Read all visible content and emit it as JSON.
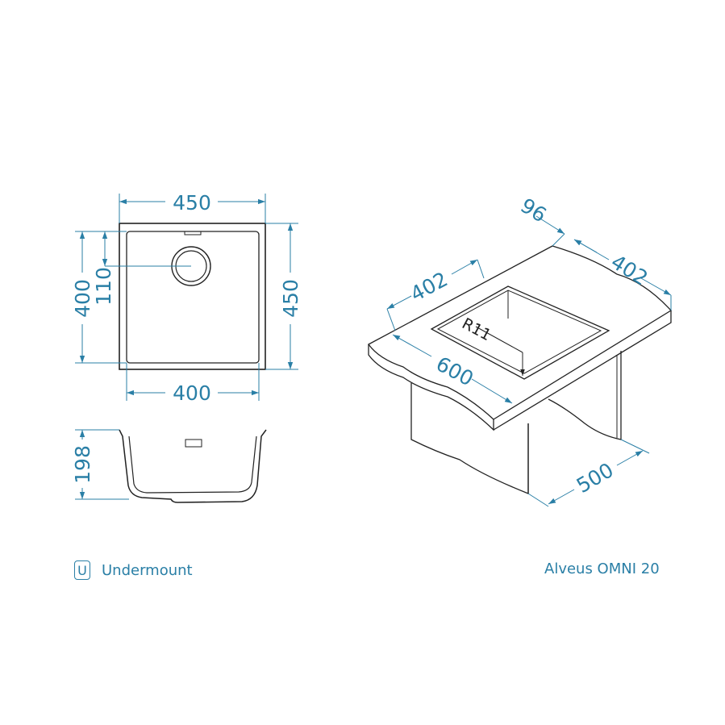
{
  "colors": {
    "dimension": "#2a7fa6",
    "outline": "#222222",
    "background": "#ffffff"
  },
  "top_view": {
    "width_outer": "450",
    "width_inner": "400",
    "height_outer": "450",
    "height_inner": "400",
    "drain_offset": "110"
  },
  "side_view": {
    "depth": "198"
  },
  "iso_view": {
    "top_edge": "96",
    "left_width": "402",
    "right_width": "402",
    "radius": "R11",
    "cabinet_width": "600",
    "cabinet_depth": "500"
  },
  "footer": {
    "mount_icon_letter": "U",
    "mount_type": "Undermount",
    "model_name": "Alveus OMNI 20"
  }
}
